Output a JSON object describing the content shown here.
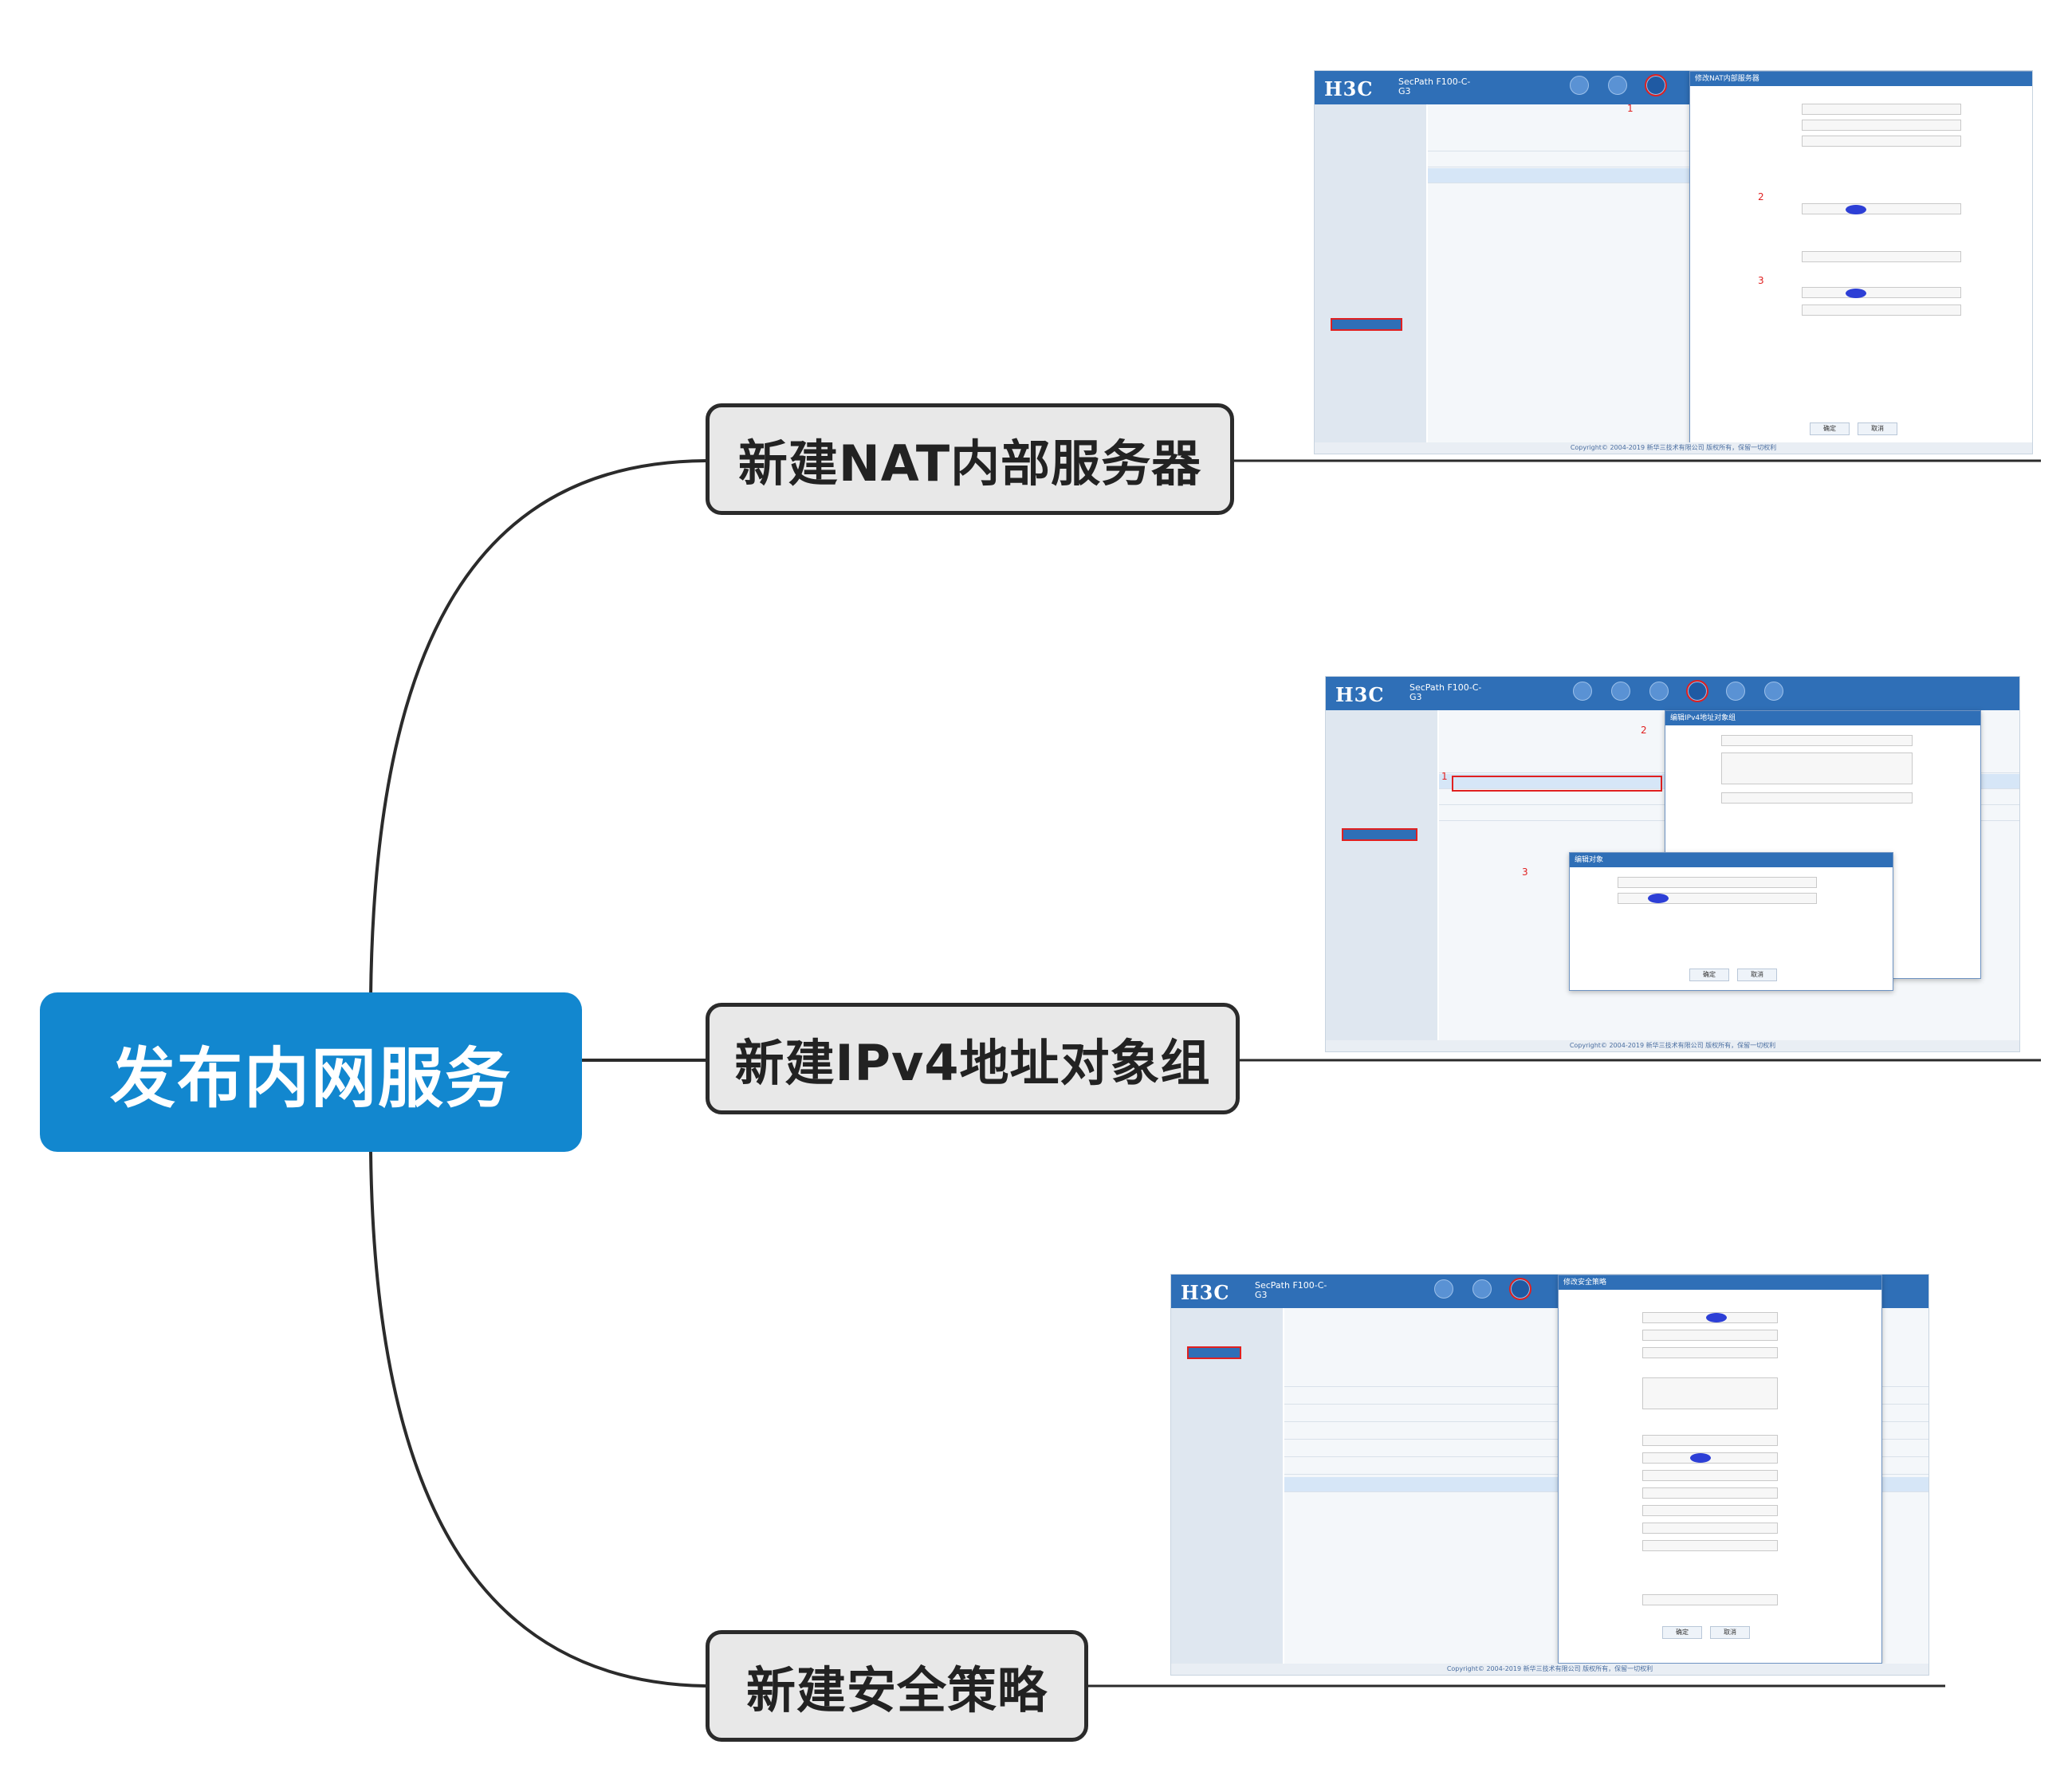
{
  "root": {
    "label": "发布内网服务"
  },
  "branches": [
    {
      "label": "新建NAT内部服务器"
    },
    {
      "label": "新建IPv4地址对象组"
    },
    {
      "label": "新建安全策略"
    }
  ],
  "colors": {
    "root_fill": "#1287cf",
    "root_text": "#ffffff",
    "branch_fill": "#e8e8e8",
    "branch_border": "#2b2b2b",
    "line": "#2b2b2b",
    "ui_header": "#2f6fb7",
    "ui_highlight": "#e02020"
  },
  "screenshots": [
    {
      "brand": "H3C",
      "product": [
        "SecPath F100-C-",
        "G3"
      ],
      "dialog_title": "修改NAT内部服务器",
      "dialog_buttons": [
        "确定",
        "取消"
      ],
      "footer": "Copyright© 2004-2019 新华三技术有限公司 版权所有，保留一切权利",
      "marks": [
        "1",
        "2",
        "3"
      ]
    },
    {
      "brand": "H3C",
      "product": [
        "SecPath F100-C-",
        "G3"
      ],
      "dialog_title": "编辑IPv4地址对象组",
      "sub_dialog_title": "编辑对象",
      "dialog_buttons": [
        "确定",
        "取消"
      ],
      "footer": "Copyright© 2004-2019 新华三技术有限公司 版权所有，保留一切权利",
      "marks": [
        "1",
        "2",
        "3"
      ]
    },
    {
      "brand": "H3C",
      "product": [
        "SecPath F100-C-",
        "G3"
      ],
      "dialog_title": "修改安全策略",
      "dialog_buttons": [
        "确定",
        "取消"
      ],
      "footer": "Copyright© 2004-2019 新华三技术有限公司 版权所有，保留一切权利",
      "marks": []
    }
  ]
}
